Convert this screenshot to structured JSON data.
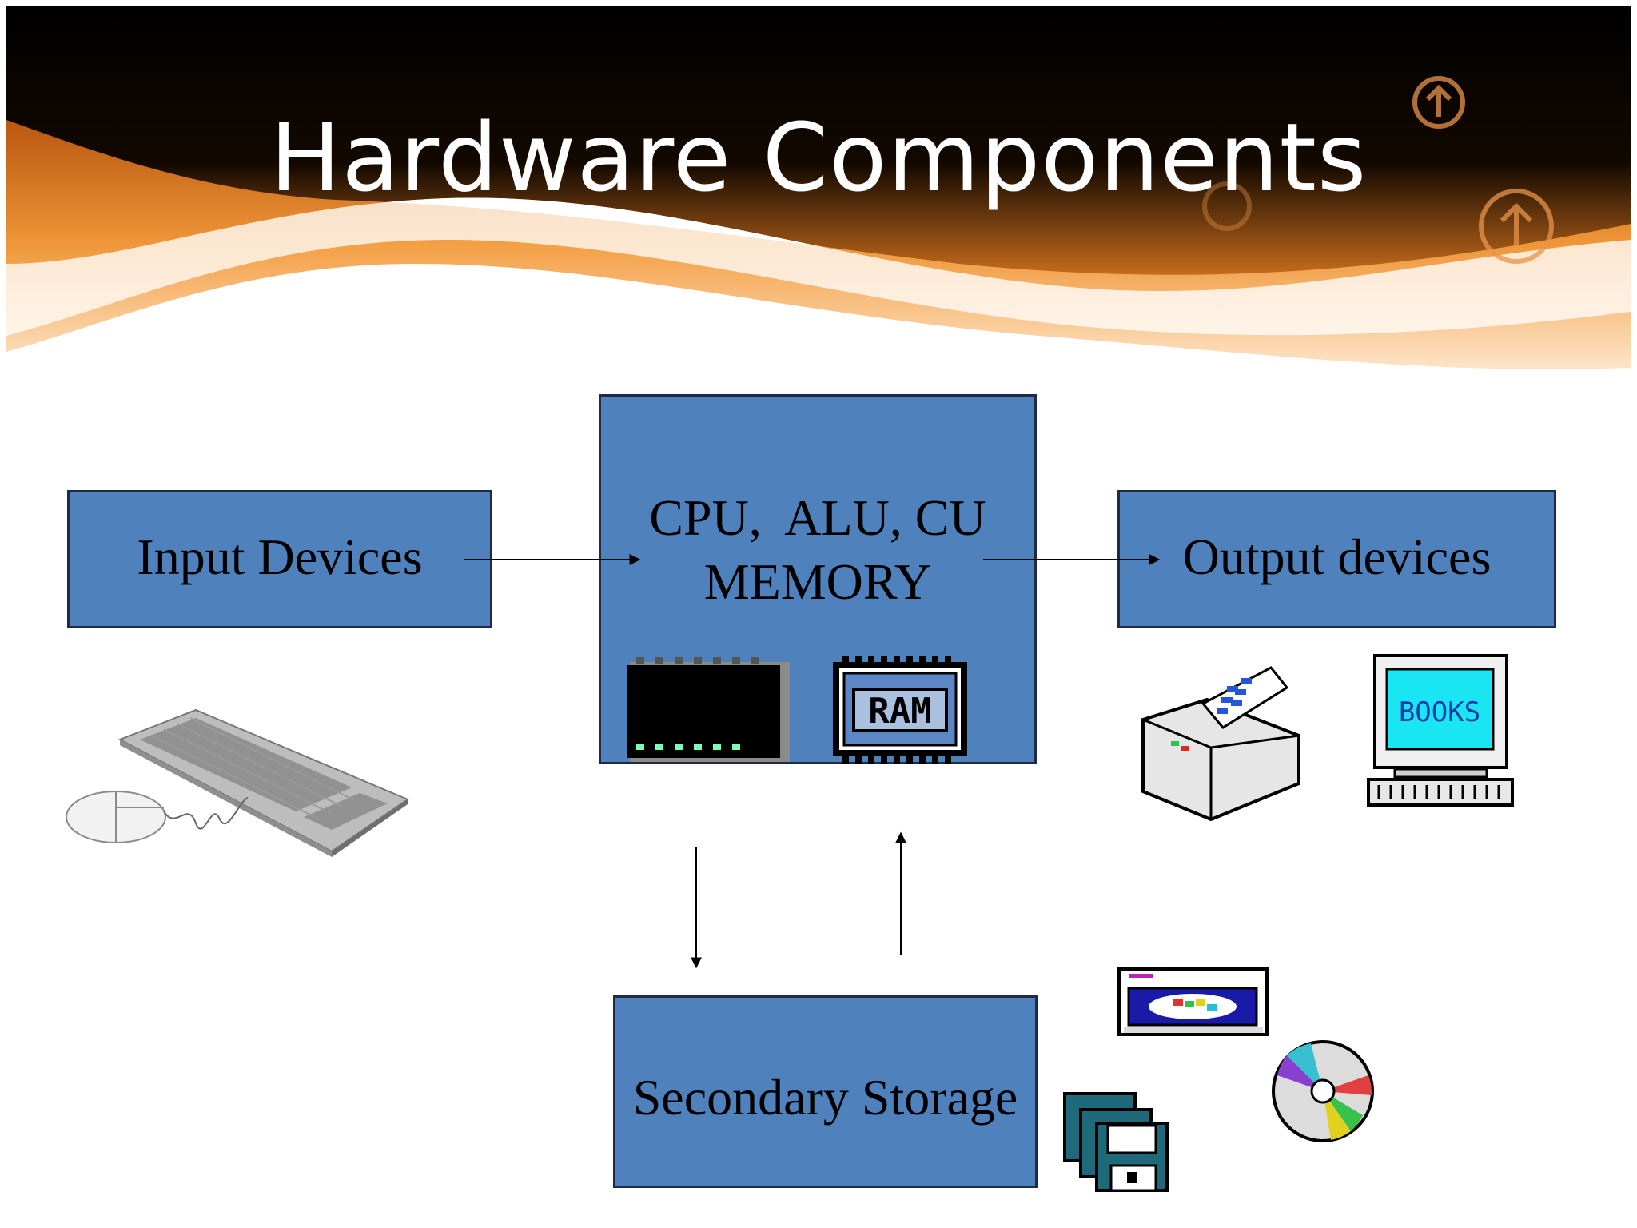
{
  "slide": {
    "title": "Hardware Components",
    "colors": {
      "box_fill": "#4f81bd",
      "box_border": "#1f2a44",
      "banner_accent": "#f39a3a"
    }
  },
  "diagram": {
    "input_box": {
      "label": "Input Devices"
    },
    "cpu_box": {
      "line1": "CPU,  ALU, CU",
      "line2": "MEMORY"
    },
    "output_box": {
      "label": "Output devices"
    },
    "storage_box": {
      "label": "Secondary Storage"
    },
    "ram_chip_label": "RAM",
    "monitor_label": "BOOKS"
  },
  "icons": [
    "keyboard-mouse-icon",
    "cpu-chip-icon",
    "ram-chip-icon",
    "printer-icon",
    "monitor-icon",
    "tape-drive-icon",
    "floppy-disks-icon",
    "cd-disc-icon",
    "banner-up-arrow-icon"
  ]
}
